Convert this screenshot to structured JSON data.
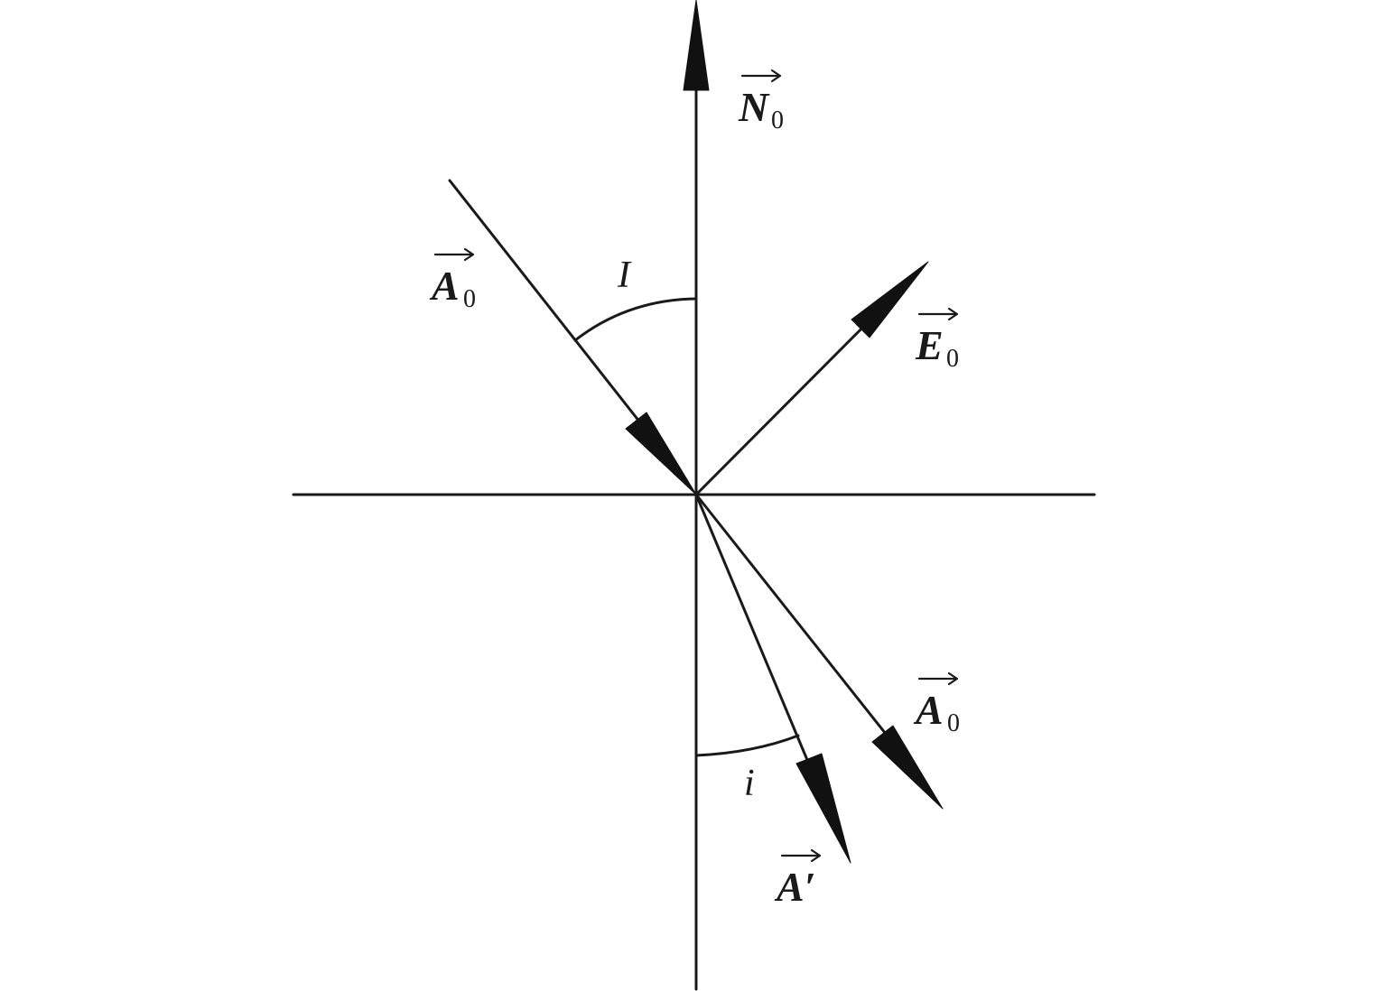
{
  "labels": {
    "north": {
      "symbol": "N",
      "subscript": "0"
    },
    "incident": {
      "symbol": "A",
      "subscript": "0"
    },
    "east": {
      "symbol": "E",
      "subscript": "0"
    },
    "incident_continued": {
      "symbol": "A",
      "subscript": "0"
    },
    "refracted": {
      "symbol": "A′"
    }
  },
  "angles": {
    "incidence": "I",
    "refraction": "i"
  },
  "colors": {
    "stroke": "#1a1a1a",
    "arrowhead": "#111111",
    "background": "#ffffff"
  }
}
